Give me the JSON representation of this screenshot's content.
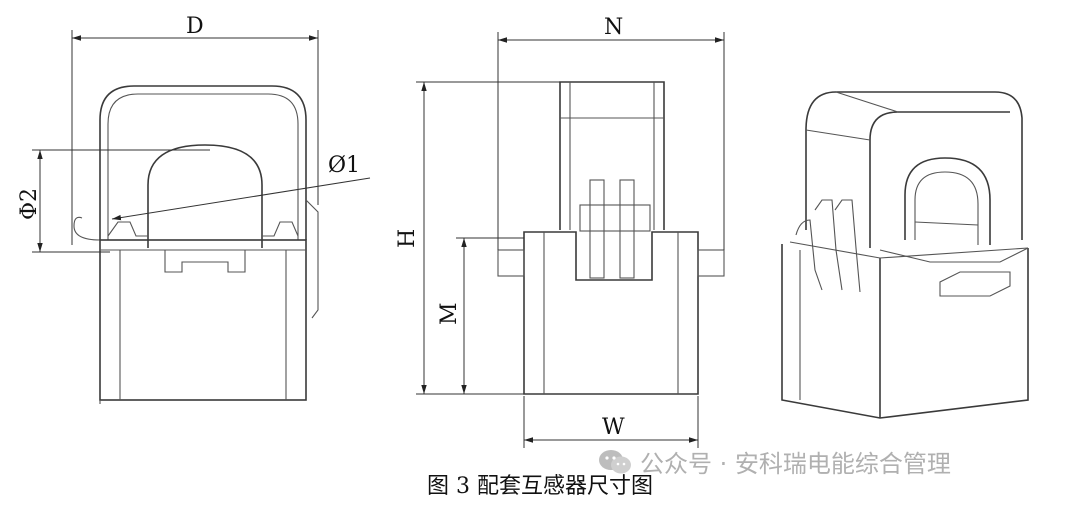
{
  "labels": {
    "D": "D",
    "N": "N",
    "H": "H",
    "M": "M",
    "W": "W",
    "phi1": "Ø1",
    "phi2": "Φ2"
  },
  "caption": "图 3  配套互感器尺寸图",
  "watermark": {
    "text": "公众号 · 安科瑞电能综合管理",
    "icon": "wechat-icon"
  }
}
